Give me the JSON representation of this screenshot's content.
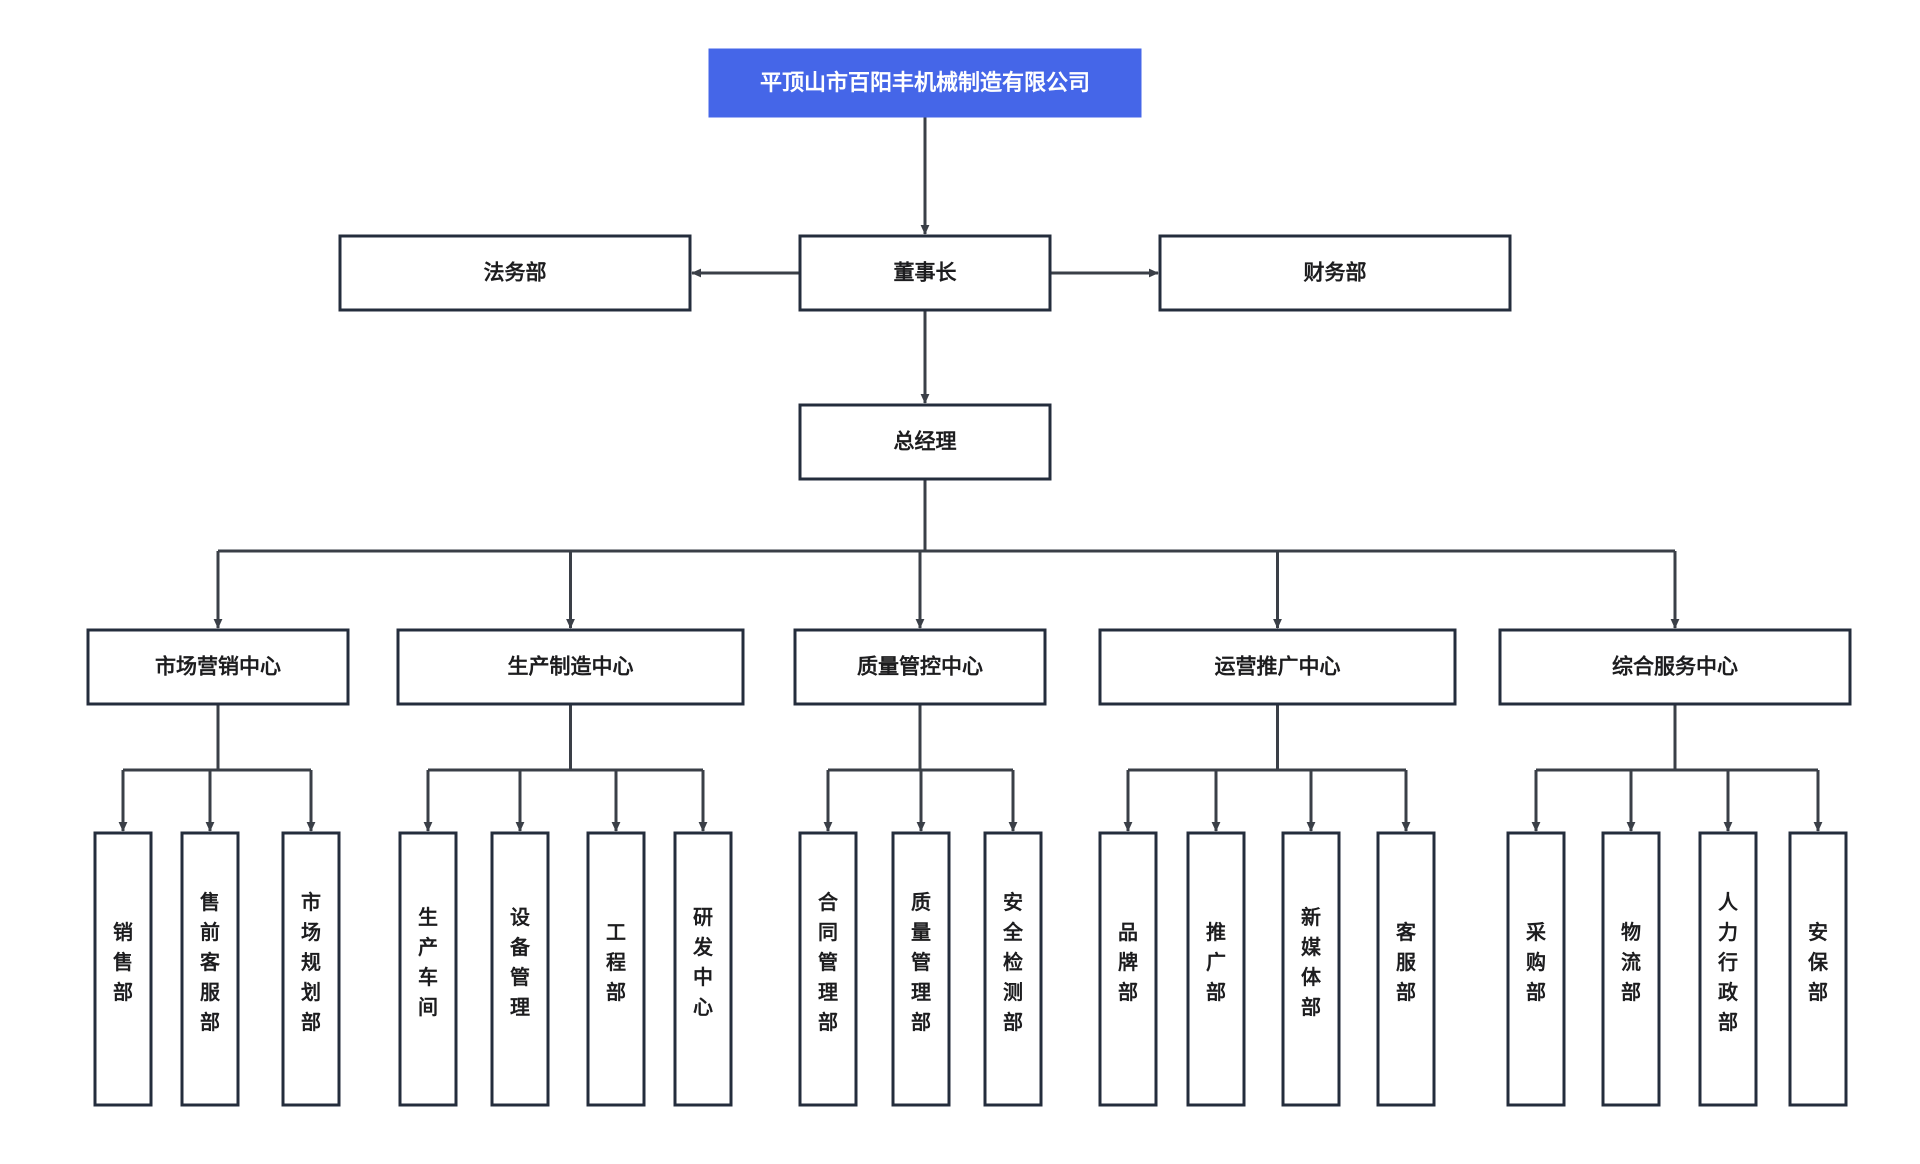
{
  "chart": {
    "type": "org-chart",
    "title": "平顶山市百阳丰机械制造有限公司",
    "background_color": "#ffffff",
    "root_fill_color": "#4566e8",
    "root_text_color": "#ffffff",
    "node_border_color": "#242d3c",
    "connector_color": "#3a3f47"
  },
  "root": {
    "label": "平顶山市百阳丰机械制造有限公司"
  },
  "level2": {
    "left": {
      "label": "法务部"
    },
    "center": {
      "label": "董事长"
    },
    "right": {
      "label": "财务部"
    }
  },
  "level3": {
    "center": {
      "label": "总经理"
    }
  },
  "centers": [
    {
      "label": "市场营销中心",
      "departments": [
        {
          "label": "销售部"
        },
        {
          "label": "售前客服部"
        },
        {
          "label": "市场规划部"
        }
      ]
    },
    {
      "label": "生产制造中心",
      "departments": [
        {
          "label": "生产车间"
        },
        {
          "label": "设备管理"
        },
        {
          "label": "工程部"
        },
        {
          "label": "研发中心"
        }
      ]
    },
    {
      "label": "质量管控中心",
      "departments": [
        {
          "label": "合同管理部"
        },
        {
          "label": "质量管理部"
        },
        {
          "label": "安全检测部"
        }
      ]
    },
    {
      "label": "运营推广中心",
      "departments": [
        {
          "label": "品牌部"
        },
        {
          "label": "推广部"
        },
        {
          "label": "新媒体部"
        },
        {
          "label": "客服部"
        }
      ]
    },
    {
      "label": "综合服务中心",
      "departments": [
        {
          "label": "采购部"
        },
        {
          "label": "物流部"
        },
        {
          "label": "人力行政部"
        },
        {
          "label": "安保部"
        }
      ]
    }
  ]
}
